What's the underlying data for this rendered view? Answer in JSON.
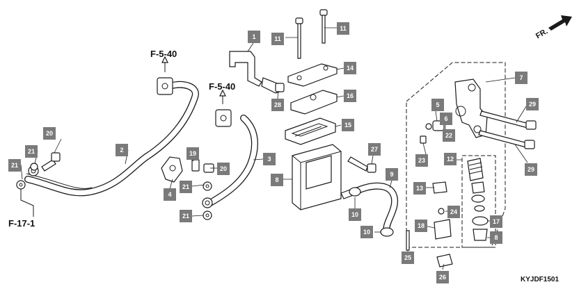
{
  "diagram_code": "KYJDF1501",
  "direction_label": "FR.",
  "references": [
    "F-5-40",
    "F-5-40",
    "F-17-1"
  ],
  "callouts": [
    "1",
    "2",
    "3",
    "4",
    "5",
    "6",
    "7",
    "8",
    "8",
    "9",
    "10",
    "10",
    "11",
    "11",
    "12",
    "13",
    "14",
    "15",
    "16",
    "17",
    "18",
    "19",
    "20",
    "20",
    "21",
    "21",
    "21",
    "21",
    "22",
    "23",
    "24",
    "25",
    "26",
    "27",
    "28",
    "29",
    "29"
  ]
}
